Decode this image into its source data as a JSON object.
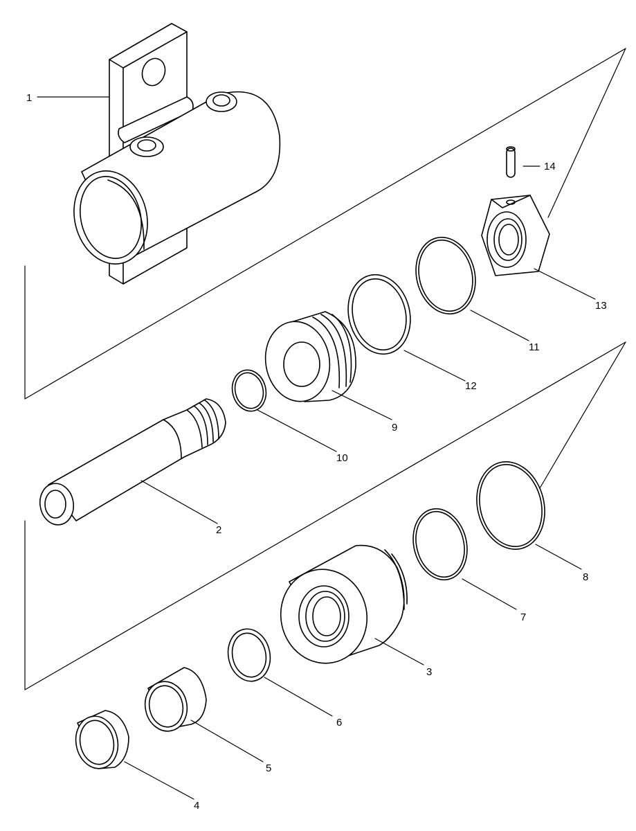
{
  "parts": [
    {
      "number": "1",
      "icon": "clevis-barrel-icon"
    },
    {
      "number": "2",
      "icon": "piston-rod-icon"
    },
    {
      "number": "3",
      "icon": "gland-icon"
    },
    {
      "number": "4",
      "icon": "wiper-icon"
    },
    {
      "number": "5",
      "icon": "bushing-icon"
    },
    {
      "number": "6",
      "icon": "rod-seal-icon"
    },
    {
      "number": "7",
      "icon": "o-ring-icon"
    },
    {
      "number": "8",
      "icon": "backup-ring-icon"
    },
    {
      "number": "9",
      "icon": "piston-icon"
    },
    {
      "number": "10",
      "icon": "o-ring-icon"
    },
    {
      "number": "11",
      "icon": "o-ring-icon"
    },
    {
      "number": "12",
      "icon": "piston-seal-icon"
    },
    {
      "number": "13",
      "icon": "hex-nut-icon"
    },
    {
      "number": "14",
      "icon": "pin-icon"
    }
  ]
}
